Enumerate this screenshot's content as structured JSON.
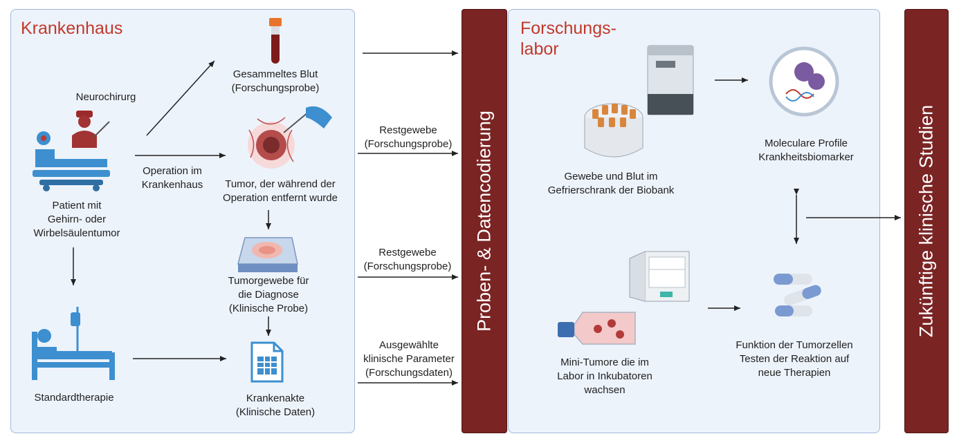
{
  "panels": {
    "hospital_title": "Krankenhaus",
    "lab_title": "Forschungs-\nlabor"
  },
  "bars": {
    "coding": "Proben- & Datencodierung",
    "studies": "Zukünftige klinische Studien"
  },
  "hospital": {
    "neurosurgeon": "Neurochirurg",
    "patient": "Patient mit\nGehirn- oder\nWirbelsäulentumor",
    "standard_therapy": "Standardtherapie",
    "surgery": "Operation im\nKrankenhaus",
    "blood": "Gesammeltes Blut\n(Forschungsprobe)",
    "tumor": "Tumor, der während der\nOperation entfernt wurde",
    "tumor_tissue": "Tumorgewebe für\ndie Diagnose\n(Klinische Probe)",
    "record": "Krankenakte\n(Klinische Daten)"
  },
  "flows": {
    "residual_1": "Restgewebe\n(Forschungsprobe)",
    "residual_2": "Restgewebe\n(Forschungsprobe)",
    "parameters": "Ausgewählte\nklinische Parameter\n(Forschungsdaten)"
  },
  "lab": {
    "freezer": "Gewebe und Blut im\nGefrierschrank der Biobank",
    "profiles": "Moleculare Profile\nKrankheitsbiomarker",
    "mini_tumors": "Mini-Tumore die im\nLabor in Inkubatoren\nwachsen",
    "function": "Funktion der Tumorzellen\nTesten der Reaktion auf\nneue Therapien"
  },
  "colors": {
    "panel_bg": "#edf3fb",
    "panel_border": "#9fb8d8",
    "title_red": "#c0392b",
    "bar": "#7b2424",
    "arrow": "#222222",
    "icon_blue": "#3d8fcf"
  }
}
